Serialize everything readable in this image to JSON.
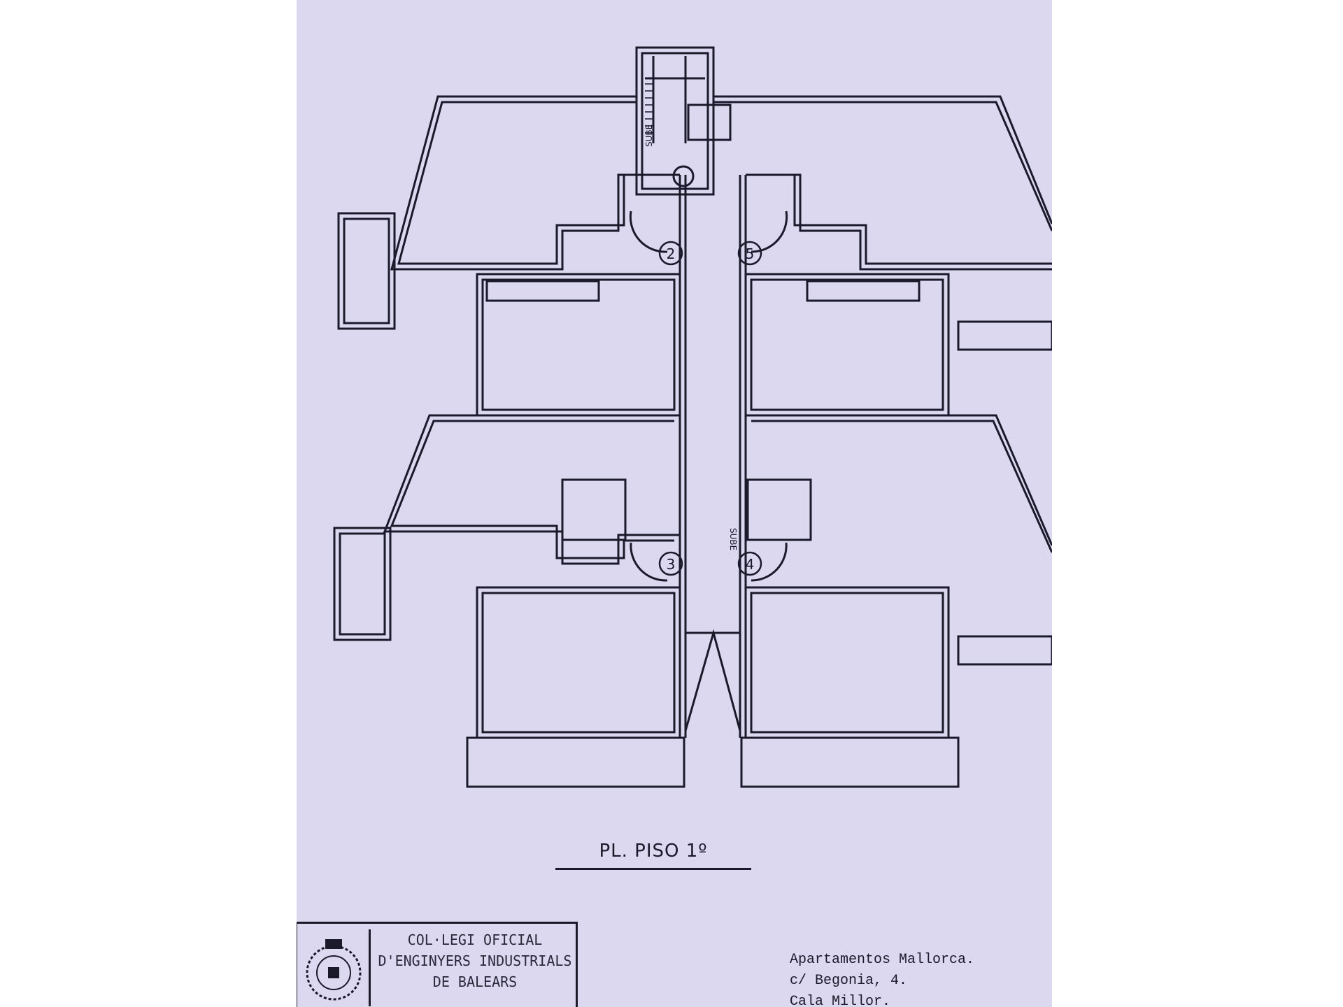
{
  "plan": {
    "title": "PL. PISO 1º",
    "apartments": [
      {
        "number": "2"
      },
      {
        "number": "5"
      },
      {
        "number": "3"
      },
      {
        "number": "4"
      }
    ],
    "stair_labels": [
      "SUBE",
      "SUBE"
    ],
    "colors": {
      "paper": "#dcd8f0",
      "ink": "#1a1a2a"
    }
  },
  "stamp": {
    "line1": "COL·LEGI OFICIAL",
    "line2": "D'ENGINYERS INDUSTRIALS",
    "line3": "DE BALEARS"
  },
  "address": {
    "line1": "Apartamentos Mallorca.",
    "line2": "c/ Begonia, 4.",
    "line3": "Cala Millor."
  }
}
